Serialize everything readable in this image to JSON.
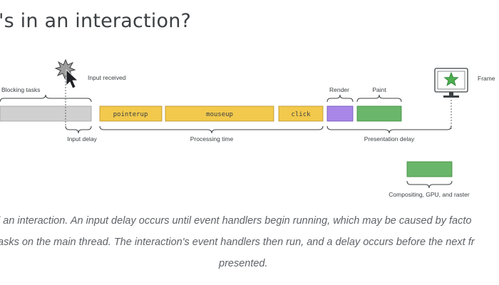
{
  "title": "'s in an interaction?",
  "labels": {
    "input_received": "Input received",
    "blocking_tasks": "Blocking tasks",
    "render": "Render",
    "paint": "Paint",
    "frame": "Frame",
    "input_delay": "Input delay",
    "processing_time": "Processing time",
    "presentation_delay": "Presentation delay",
    "compositing": "Compositing, GPU, and raster"
  },
  "events": {
    "pointerup": "pointerup",
    "mouseup": "mouseup",
    "click": "click"
  },
  "colors": {
    "blocking": "#d0d0d0",
    "handler": "#f2c94c",
    "render": "#a987e8",
    "paint": "#6ab66a",
    "compositing": "#6ab66a",
    "star": "#4caf50"
  },
  "caption": {
    "line1": "l an interaction. An input delay occurs until event handlers begin running, which may be caused by facto",
    "line2": "asks on the main thread. The interaction's event handlers then run, and a delay occurs before the next fr",
    "line3": "presented."
  }
}
